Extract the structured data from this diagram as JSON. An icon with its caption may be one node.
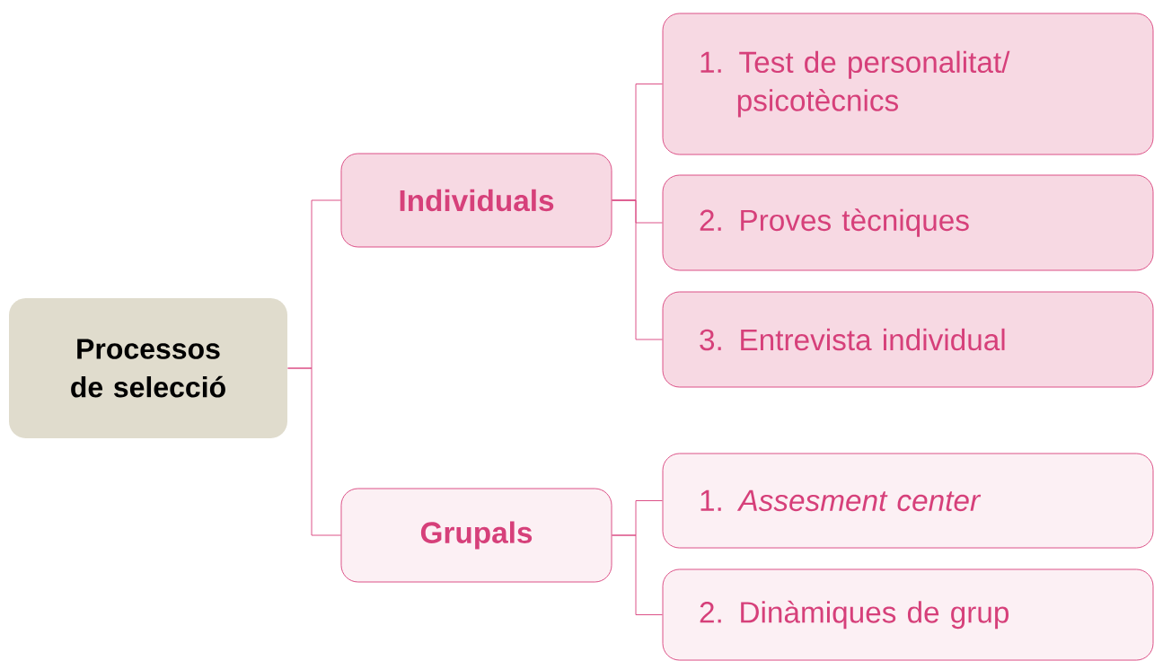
{
  "diagram": {
    "nodes": [
      {
        "text": [
          "Processos de selecció"
        ]
      },
      {
        "text": [
          "Individuals"
        ]
      },
      {
        "text": [
          "1. Test de personalitat/ psicotècnics"
        ]
      },
      {
        "text": [
          "2. Proves tècniques"
        ]
      },
      {
        "text": [
          "3. Entrevista individual"
        ]
      },
      {
        "text": [
          "Grupals"
        ]
      },
      {
        "text": [
          "1. *Assesment center*"
        ]
      },
      {
        "text": [
          "2. Dinàmiques de grup"
        ]
      }
    ],
    "edges": [
      {
        "from": 0,
        "to": 1,
        "arrow": "none"
      },
      {
        "from": 0,
        "to": 5,
        "arrow": "none"
      },
      {
        "from": 1,
        "to": 2,
        "arrow": "none"
      },
      {
        "from": 1,
        "to": 3,
        "arrow": "none"
      },
      {
        "from": 1,
        "to": 4,
        "arrow": "none"
      },
      {
        "from": 5,
        "to": 6,
        "arrow": "none"
      },
      {
        "from": 5,
        "to": 7,
        "arrow": "none"
      }
    ]
  }
}
